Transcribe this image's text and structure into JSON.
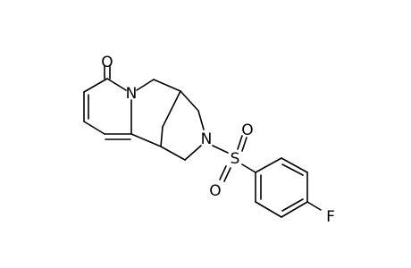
{
  "molecule": {
    "atoms": {
      "oxygen_carbonyl": "O",
      "nitrogen_pyridone": "N",
      "nitrogen_sulfonamide": "N",
      "sulfur": "S",
      "oxygen_sulfonyl_top": "O",
      "oxygen_sulfonyl_bottom": "O",
      "fluorine": "F"
    }
  }
}
